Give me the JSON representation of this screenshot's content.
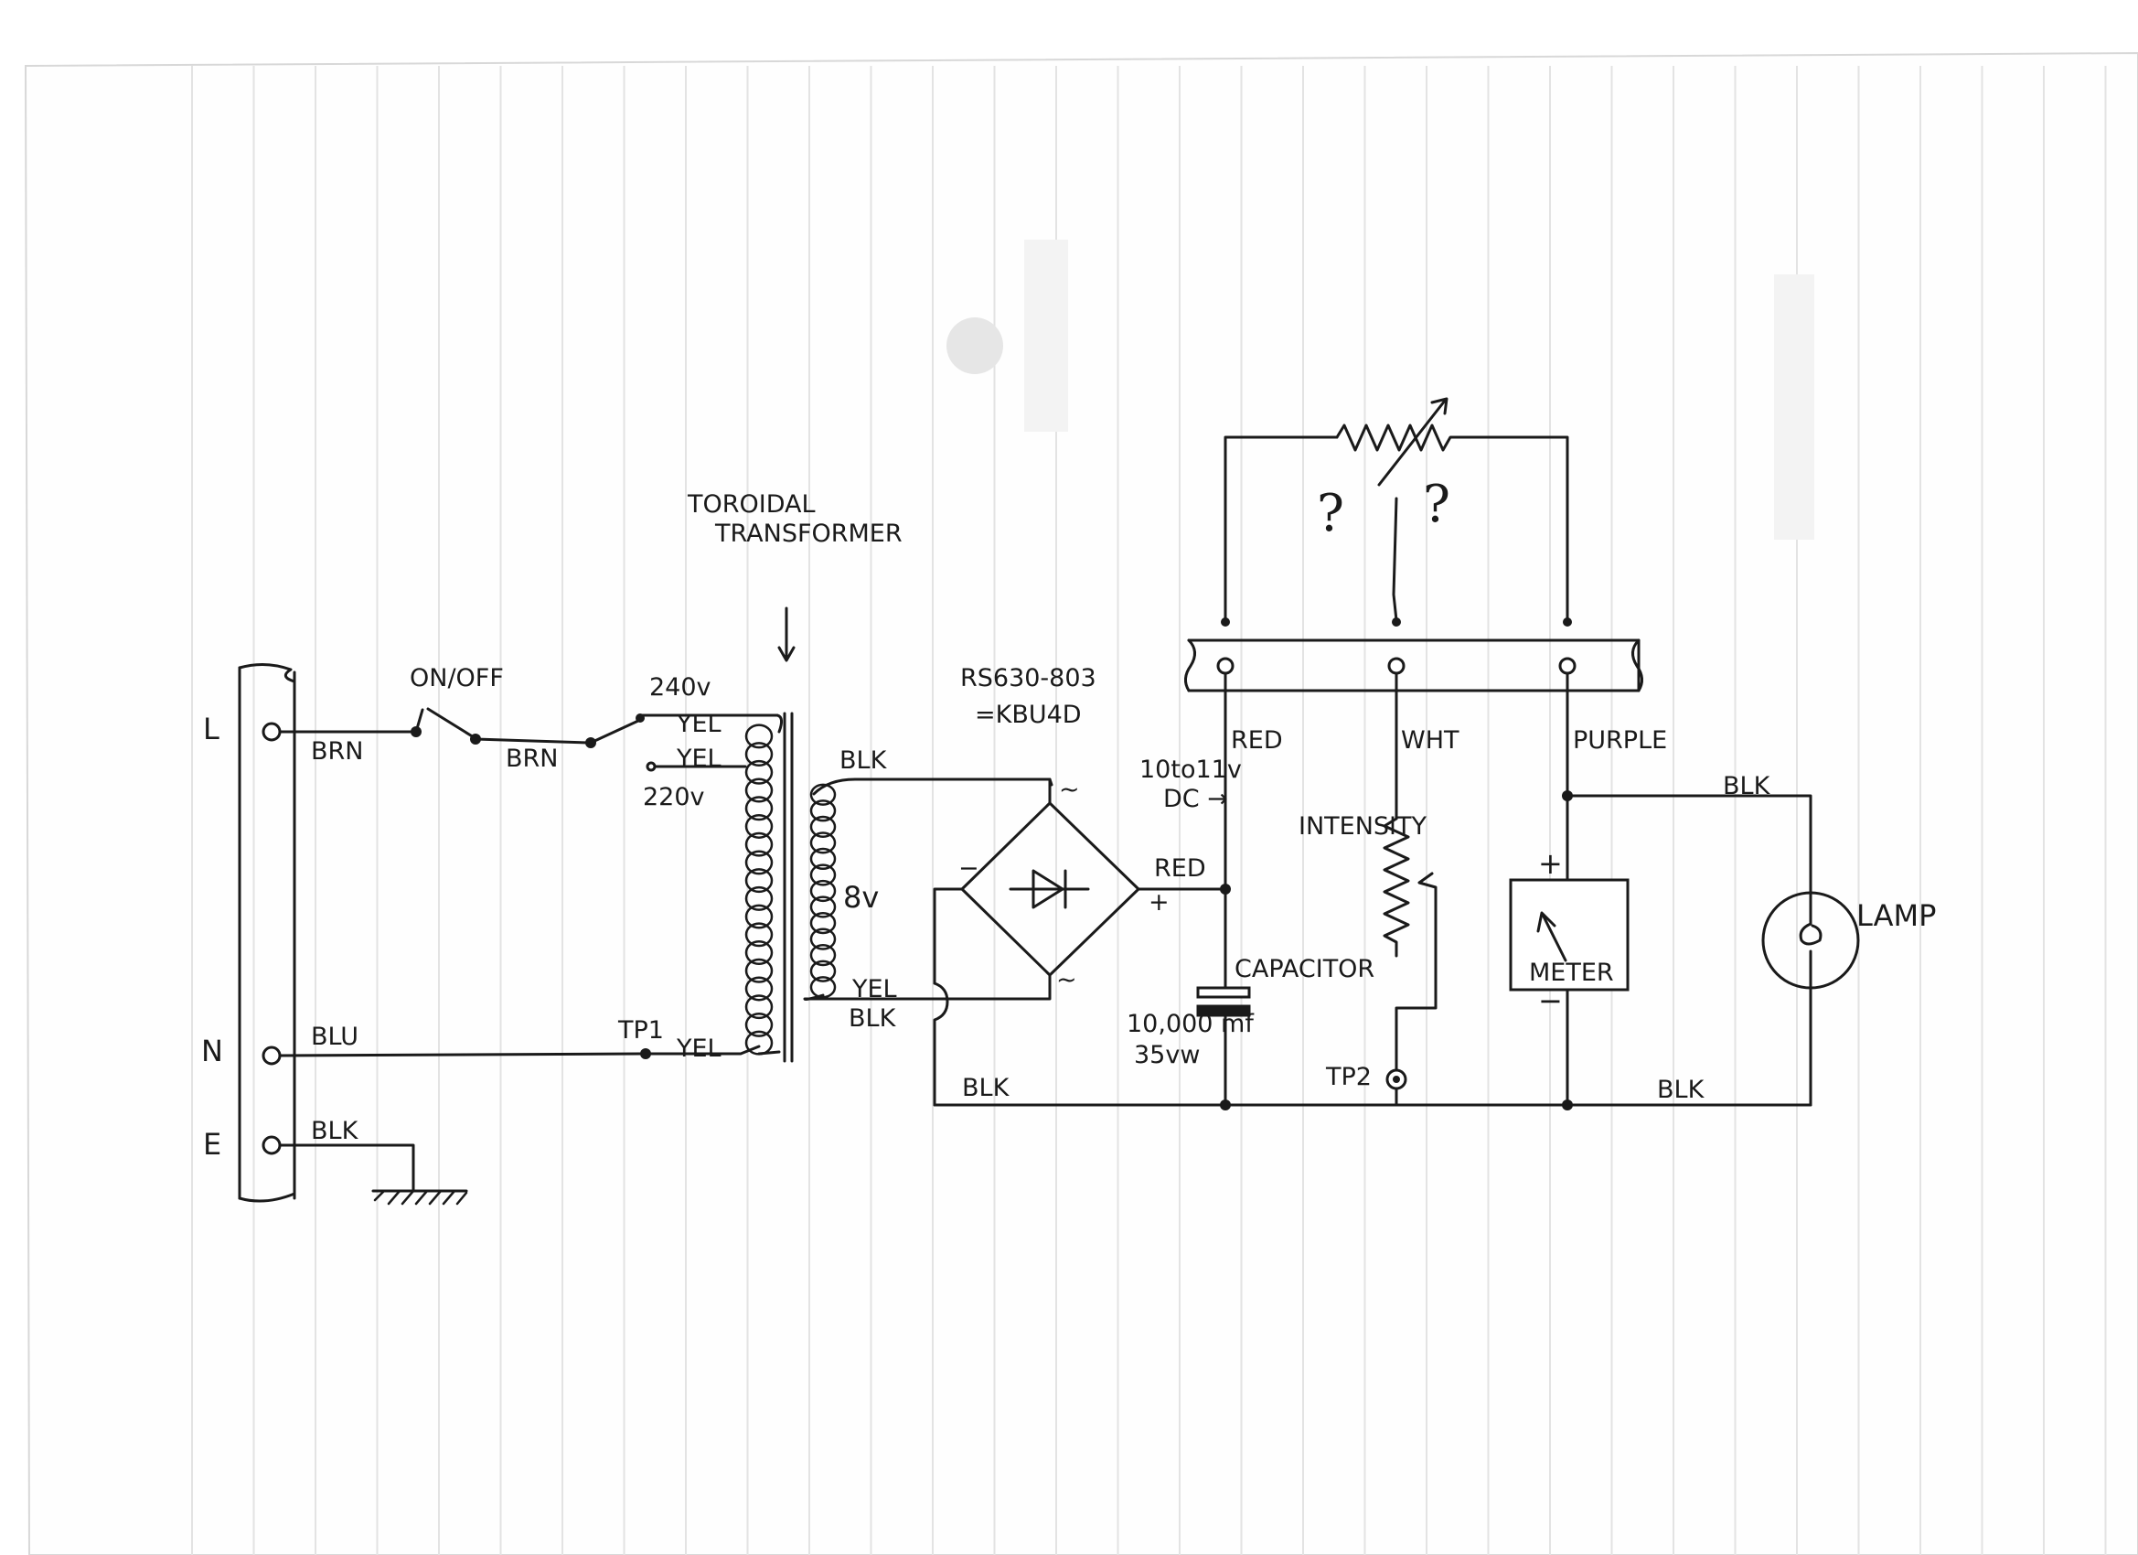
{
  "labels": {
    "terminal_l": "L",
    "terminal_n": "N",
    "terminal_e": "E",
    "wire_brn_1": "BRN",
    "wire_brn_2": "BRN",
    "wire_blu": "BLU",
    "wire_blk_earth": "BLK",
    "switch": "ON/OFF",
    "tap_240": "240v",
    "tap_220": "220v",
    "yel_1": "YEL",
    "yel_2": "YEL",
    "yel_3": "YEL",
    "yel_4": "YEL",
    "tp1": "TP1",
    "transformer_line1": "TOROIDAL",
    "transformer_line2": "TRANSFORMER",
    "secondary_blk_top": "BLK",
    "secondary_blk_bottom": "BLK",
    "secondary_voltage": "8v",
    "bridge_part_line1": "RS630-803",
    "bridge_part_line2": "=KBU4D",
    "bridge_ac_top": "~",
    "bridge_ac_bottom": "~",
    "bridge_minus": "−",
    "bridge_plus": "+",
    "wire_red_out": "RED",
    "wire_red_top": "RED",
    "dc_line1": "10to11v",
    "dc_line2": "DC →",
    "capacitor": "CAPACITOR",
    "cap_value_line1": "10,000 mf",
    "cap_value_line2": "35vw",
    "wire_blk_bottom_left": "BLK",
    "wire_wht": "WHT",
    "intensity": "INTENSITY",
    "tp2": "TP2",
    "wire_purple": "PURPLE",
    "wire_blk_lamp_top": "BLK",
    "wire_blk_bottom_right": "BLK",
    "meter_plus": "+",
    "meter_minus": "−",
    "meter": "METER",
    "lamp": "LAMP",
    "question_left": "?",
    "question_right": "?"
  },
  "colors": {
    "ink": "#1a1a1a",
    "paper": "#ffffff",
    "rule": "#e3e3e3"
  }
}
